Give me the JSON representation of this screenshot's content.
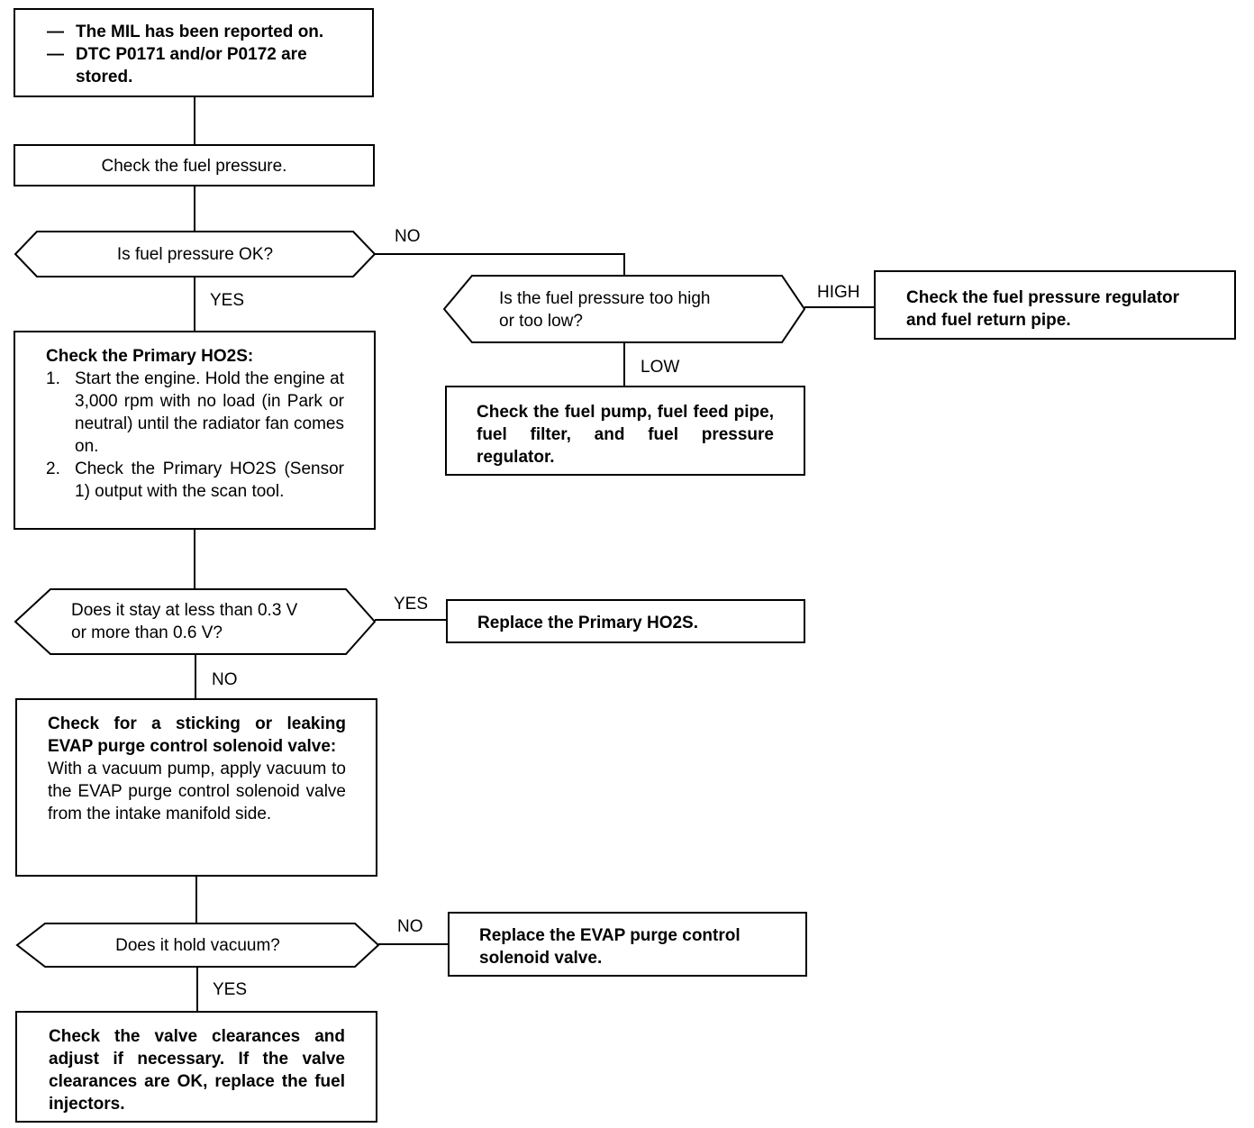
{
  "start": {
    "lines": [
      "The MIL has been reported on.",
      "DTC P0171 and/or P0172 are stored."
    ]
  },
  "step_check_pressure": "Check the fuel pressure.",
  "decision_pressure_ok": "Is fuel pressure OK?",
  "decision_high_low": [
    "Is the fuel pressure too high",
    "or too low?"
  ],
  "action_high": [
    "Check the fuel pressure regulator",
    "and fuel return pipe."
  ],
  "action_low": "Check the fuel pump, fuel feed pipe, fuel filter, and fuel pressure regulator.",
  "step_primary_ho2s": {
    "title": "Check the Primary HO2S:",
    "items": [
      {
        "num": "1.",
        "text": "Start the engine. Hold the engine at 3,000 rpm with no load (in Park or neutral) until the radiator fan comes on."
      },
      {
        "num": "2.",
        "text": "Check the Primary HO2S (Sensor 1) output with the scan tool."
      }
    ]
  },
  "decision_voltage": [
    "Does it stay at less than 0.3 V",
    "or more than 0.6 V?"
  ],
  "action_replace_ho2s": "Replace the Primary HO2S.",
  "step_evap": {
    "title": "Check for a sticking or leaking EVAP purge control solenoid valve:",
    "body": "With a vacuum pump, apply vacuum to the EVAP purge control solenoid valve from the intake manifold side."
  },
  "decision_vacuum": "Does it hold vacuum?",
  "action_replace_evap": "Replace the EVAP purge control solenoid valve.",
  "final_step": "Check the valve clearances and adjust if necessary. If the valve clearances are OK, replace the fuel injectors.",
  "labels": {
    "no_pressure": "NO",
    "yes_pressure": "YES",
    "high": "HIGH",
    "low": "LOW",
    "yes_voltage": "YES",
    "no_voltage": "NO",
    "no_vacuum": "NO",
    "yes_vacuum": "YES"
  }
}
